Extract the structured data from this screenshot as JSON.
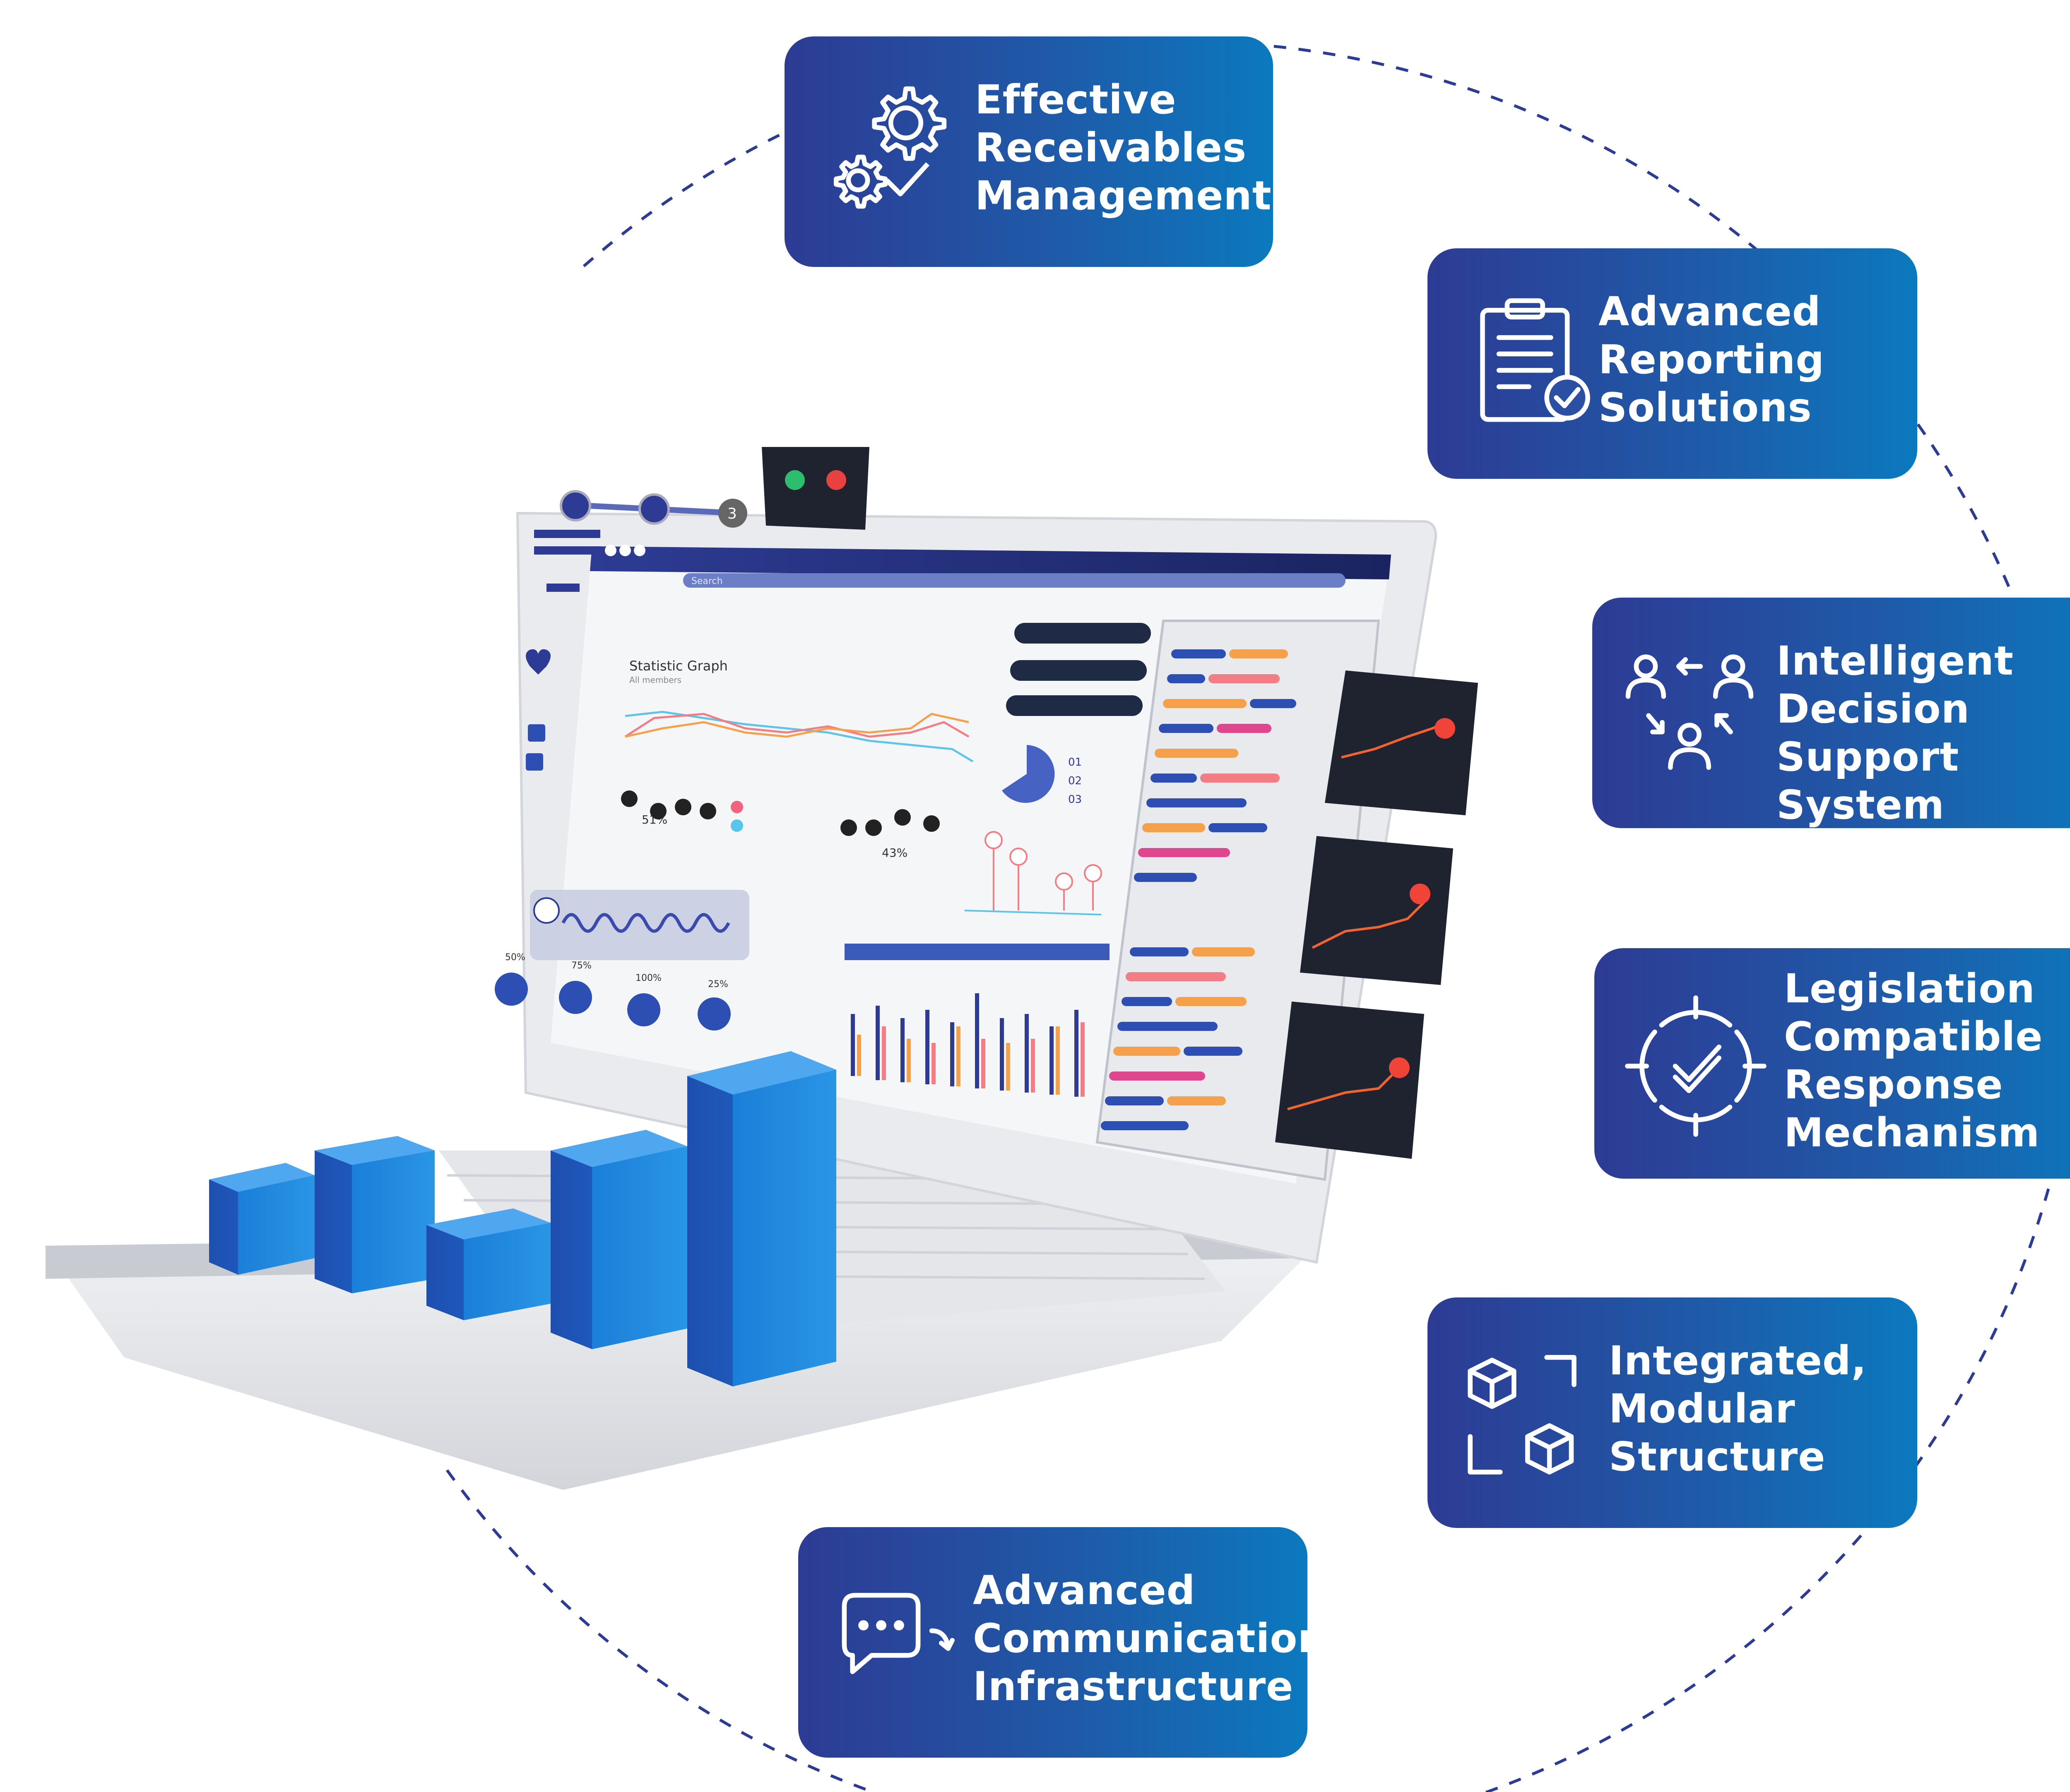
{
  "features": [
    {
      "id": "receivables",
      "title": "Effective\nReceivables\nManagement",
      "icon": "gears-check-icon"
    },
    {
      "id": "reporting",
      "title": "Advanced\nReporting\nSolutions",
      "icon": "clipboard-check-icon"
    },
    {
      "id": "decision",
      "title": "Intelligent\nDecision\nSupport System",
      "icon": "people-exchange-icon"
    },
    {
      "id": "legislation",
      "title": "Legislation\nCompatible\nResponse\nMechanism",
      "icon": "target-check-icon"
    },
    {
      "id": "modular",
      "title": "Integrated,\nModular\nStructure",
      "icon": "modular-cubes-icon"
    },
    {
      "id": "communication",
      "title": "Advanced\nCommunication\nInfrastructure",
      "icon": "chat-bubble-icon"
    }
  ],
  "laptop_screen": {
    "graph_title": "Statistic Graph",
    "graph_subtitle": "All members",
    "search_placeholder": "Search",
    "stat_left": "51%",
    "stat_right": "43%",
    "list_items": [
      "01",
      "02",
      "03"
    ],
    "pie_percents": [
      "50%",
      "75%",
      "100%",
      "25%"
    ],
    "step_number": "3"
  },
  "colors": {
    "card_gradient_start": "#2d3b94",
    "card_gradient_end": "#0b79be",
    "dashed_circle": "#2d3b94",
    "bar_3d": "#1e63c6"
  }
}
